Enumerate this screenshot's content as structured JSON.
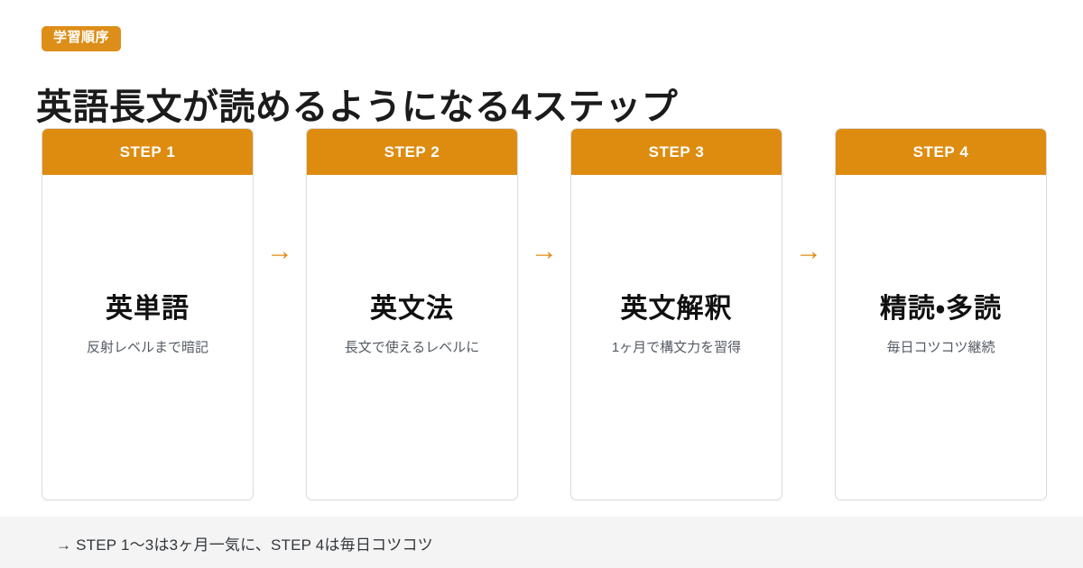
{
  "header": {
    "badge_label": "学習順序",
    "title": "英語長文が読めるようになる4ステップ"
  },
  "colors": {
    "accent_orange": "#DE8C10",
    "badge_orange": "#DD8E18",
    "arrow_orange": "#E08A12",
    "card_border": "#dcdcdc",
    "footer_band": "#f4f4f4",
    "title_text": "#1b1b1b",
    "subtitle_text": "#555b62"
  },
  "steps": [
    {
      "step_label": "STEP 1",
      "title": "英単語",
      "subtitle": "反射レベルまで暗記"
    },
    {
      "step_label": "STEP 2",
      "title": "英文法",
      "subtitle": "長文で使えるレベルに"
    },
    {
      "step_label": "STEP 3",
      "title": "英文解釈",
      "subtitle": "1ヶ月で構文力を習得"
    },
    {
      "step_label": "STEP 4",
      "title": "精読・多読",
      "subtitle": "毎日コツコツ継続"
    }
  ],
  "arrows": [
    {
      "glyph": "→",
      "name": "arrow-right-icon"
    },
    {
      "glyph": "→",
      "name": "arrow-right-icon"
    },
    {
      "glyph": "→",
      "name": "arrow-right-icon"
    }
  ],
  "footer": {
    "note": "→ STEP 1〜3は3ヶ月一気に、STEP 4は毎日コツコツ"
  }
}
